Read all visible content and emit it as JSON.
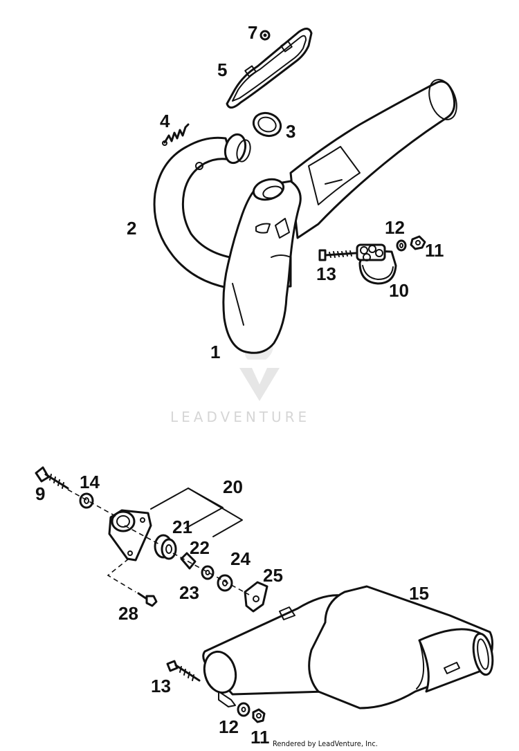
{
  "diagram": {
    "callouts": {
      "c1": "1",
      "c2": "2",
      "c3": "3",
      "c4": "4",
      "c5": "5",
      "c7": "7",
      "c9": "9",
      "c10": "10",
      "c11a": "11",
      "c11b": "11",
      "c12a": "12",
      "c12b": "12",
      "c13a": "13",
      "c13b": "13",
      "c14": "14",
      "c15": "15",
      "c20": "20",
      "c21": "21",
      "c22": "22",
      "c23": "23",
      "c24": "24",
      "c25": "25",
      "c28": "28"
    },
    "watermark": "LEADVENTURE"
  },
  "footer": "Rendered by LeadVenture, Inc."
}
